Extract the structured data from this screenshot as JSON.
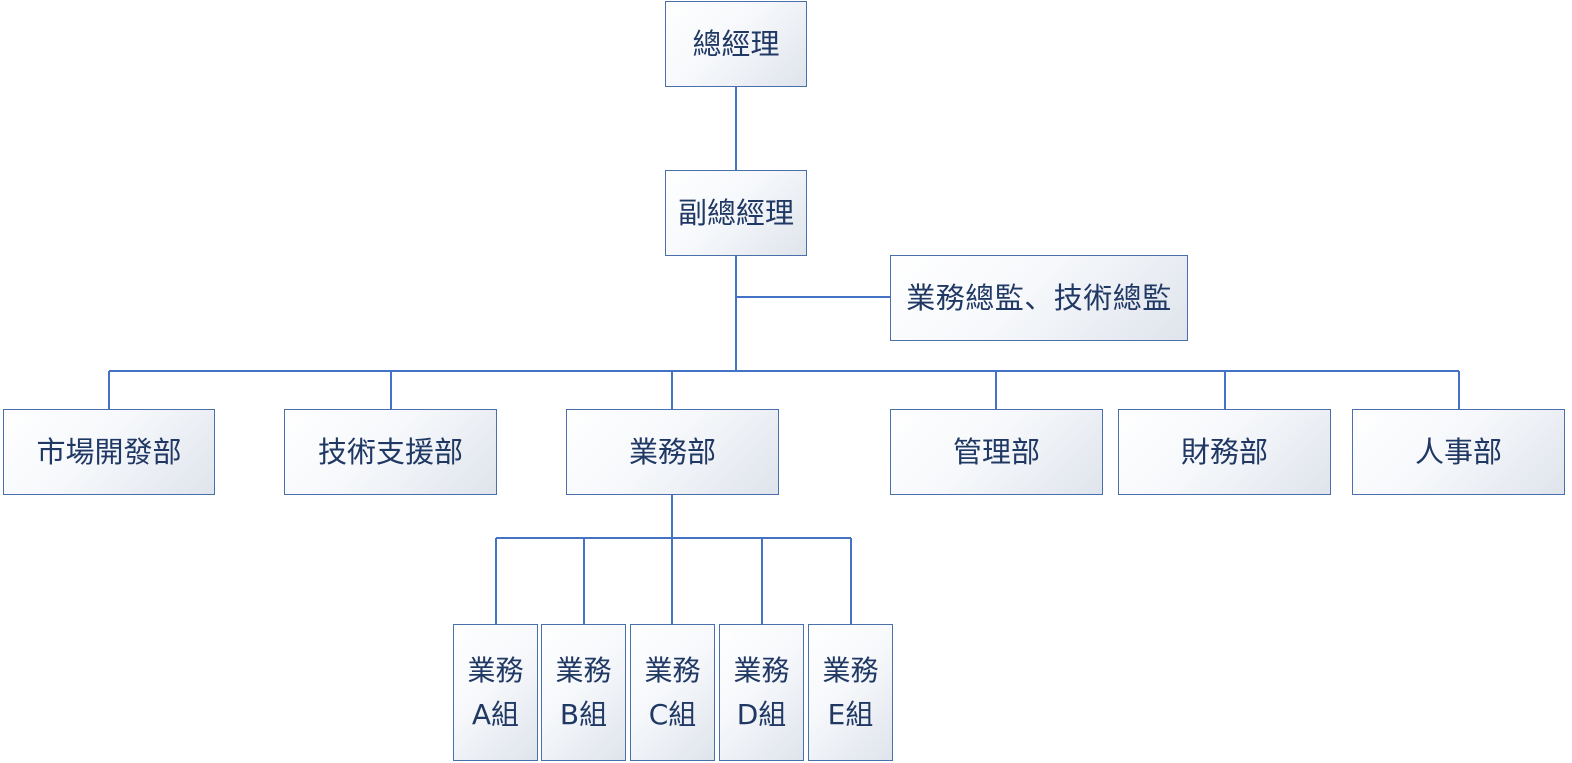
{
  "org_chart": {
    "top": {
      "ceo": "總經理",
      "vice": "副總經理",
      "directors": "業務總監、技術總監"
    },
    "departments": [
      {
        "label": "市場開發部"
      },
      {
        "label": "技術支援部"
      },
      {
        "label": "業務部"
      },
      {
        "label": "管理部"
      },
      {
        "label": "財務部"
      },
      {
        "label": "人事部"
      }
    ],
    "sales_groups": [
      {
        "line1": "業務",
        "line2": "A組"
      },
      {
        "line1": "業務",
        "line2": "B組"
      },
      {
        "line1": "業務",
        "line2": "C組"
      },
      {
        "line1": "業務",
        "line2": "D組"
      },
      {
        "line1": "業務",
        "line2": "E組"
      }
    ]
  },
  "colors": {
    "connector": "#4472c4",
    "box_border": "#4a6fad",
    "text": "#203864"
  }
}
